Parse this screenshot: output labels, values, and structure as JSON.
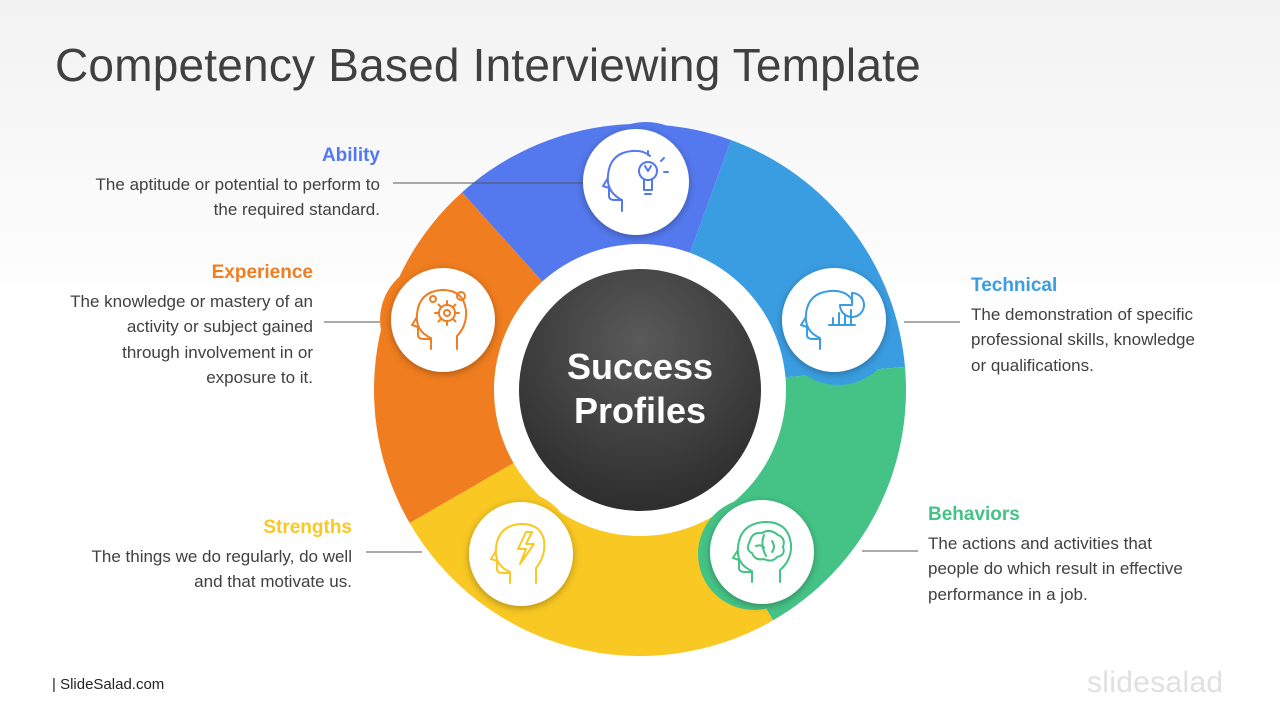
{
  "title": "Competency Based Interviewing Template",
  "center": {
    "line1": "Success",
    "line2": "Profiles"
  },
  "colors": {
    "ability": "#5479ee",
    "technical": "#3a9de1",
    "behaviors": "#45c386",
    "strengths": "#f9c822",
    "experience": "#f07d1f",
    "center_dark": "#333333"
  },
  "segments": [
    {
      "key": "ability",
      "heading": "Ability",
      "icon": "head-lightbulb-icon",
      "lines": [
        "The aptitude or potential to perform to",
        "the required standard."
      ]
    },
    {
      "key": "technical",
      "heading": "Technical",
      "icon": "head-chart-icon",
      "lines": [
        "The demonstration of specific",
        "professional skills, knowledge",
        "or qualifications."
      ]
    },
    {
      "key": "behaviors",
      "heading": "Behaviors",
      "icon": "head-brain-icon",
      "lines": [
        "The actions and activities that",
        "people do which result in effective",
        "performance in a job."
      ]
    },
    {
      "key": "strengths",
      "heading": "Strengths",
      "icon": "head-lightning-icon",
      "lines": [
        "The things we do regularly, do well",
        "and that motivate us."
      ]
    },
    {
      "key": "experience",
      "heading": "Experience",
      "icon": "head-gear-icon",
      "lines": [
        "The knowledge or mastery of an",
        "activity or subject gained",
        "through involvement in or",
        "exposure to  it."
      ]
    }
  ],
  "footer": "| SlideSalad.com",
  "brand": {
    "part1": "slide",
    "part2": "salad"
  }
}
